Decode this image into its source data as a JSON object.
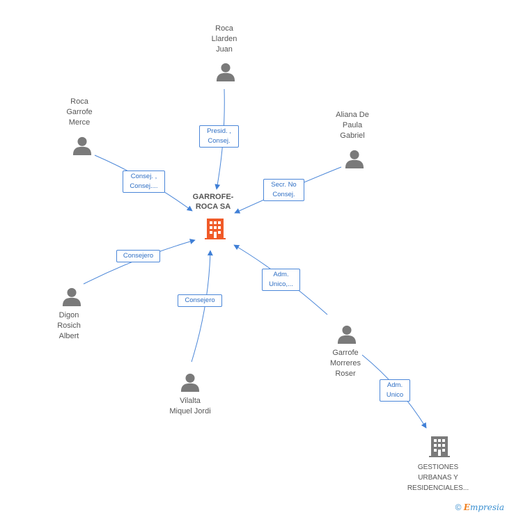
{
  "center": {
    "label": "GARROFE-\nROCA SA",
    "color": "#f05a28"
  },
  "people": [
    {
      "id": "llarden",
      "label": "Roca\nLlarden\nJuan"
    },
    {
      "id": "garrofe-merce",
      "label": "Roca\nGarrofe\nMerce"
    },
    {
      "id": "aliana",
      "label": "Aliana De\nPaula\nGabriel"
    },
    {
      "id": "digon",
      "label": "Digon\nRosich\nAlbert"
    },
    {
      "id": "vilalta",
      "label": "Vilalta\nMiquel Jordi"
    },
    {
      "id": "morreres",
      "label": "Garrofe\nMorreres\nRoser"
    }
  ],
  "companies": [
    {
      "id": "gestiones",
      "label": "GESTIONES\nURBANAS Y\nRESIDENCIALES..."
    }
  ],
  "edges": [
    {
      "id": "e-llarden",
      "label": "Presid. ,\nConsej."
    },
    {
      "id": "e-merce",
      "label": "Consej. ,\nConsej...."
    },
    {
      "id": "e-aliana",
      "label": "Secr. No\nConsej."
    },
    {
      "id": "e-digon",
      "label": "Consejero"
    },
    {
      "id": "e-vilalta",
      "label": "Consejero"
    },
    {
      "id": "e-morreres",
      "label": "Adm.\nUnico,..."
    },
    {
      "id": "e-gestiones",
      "label": "Adm.\nUnico"
    }
  ],
  "colors": {
    "person": "#7a7a7a",
    "company": "#7a7a7a",
    "edge": "#4a86d8"
  },
  "footer": {
    "copyright": "©",
    "brand": "mpresia",
    "brand_initial": "E"
  }
}
